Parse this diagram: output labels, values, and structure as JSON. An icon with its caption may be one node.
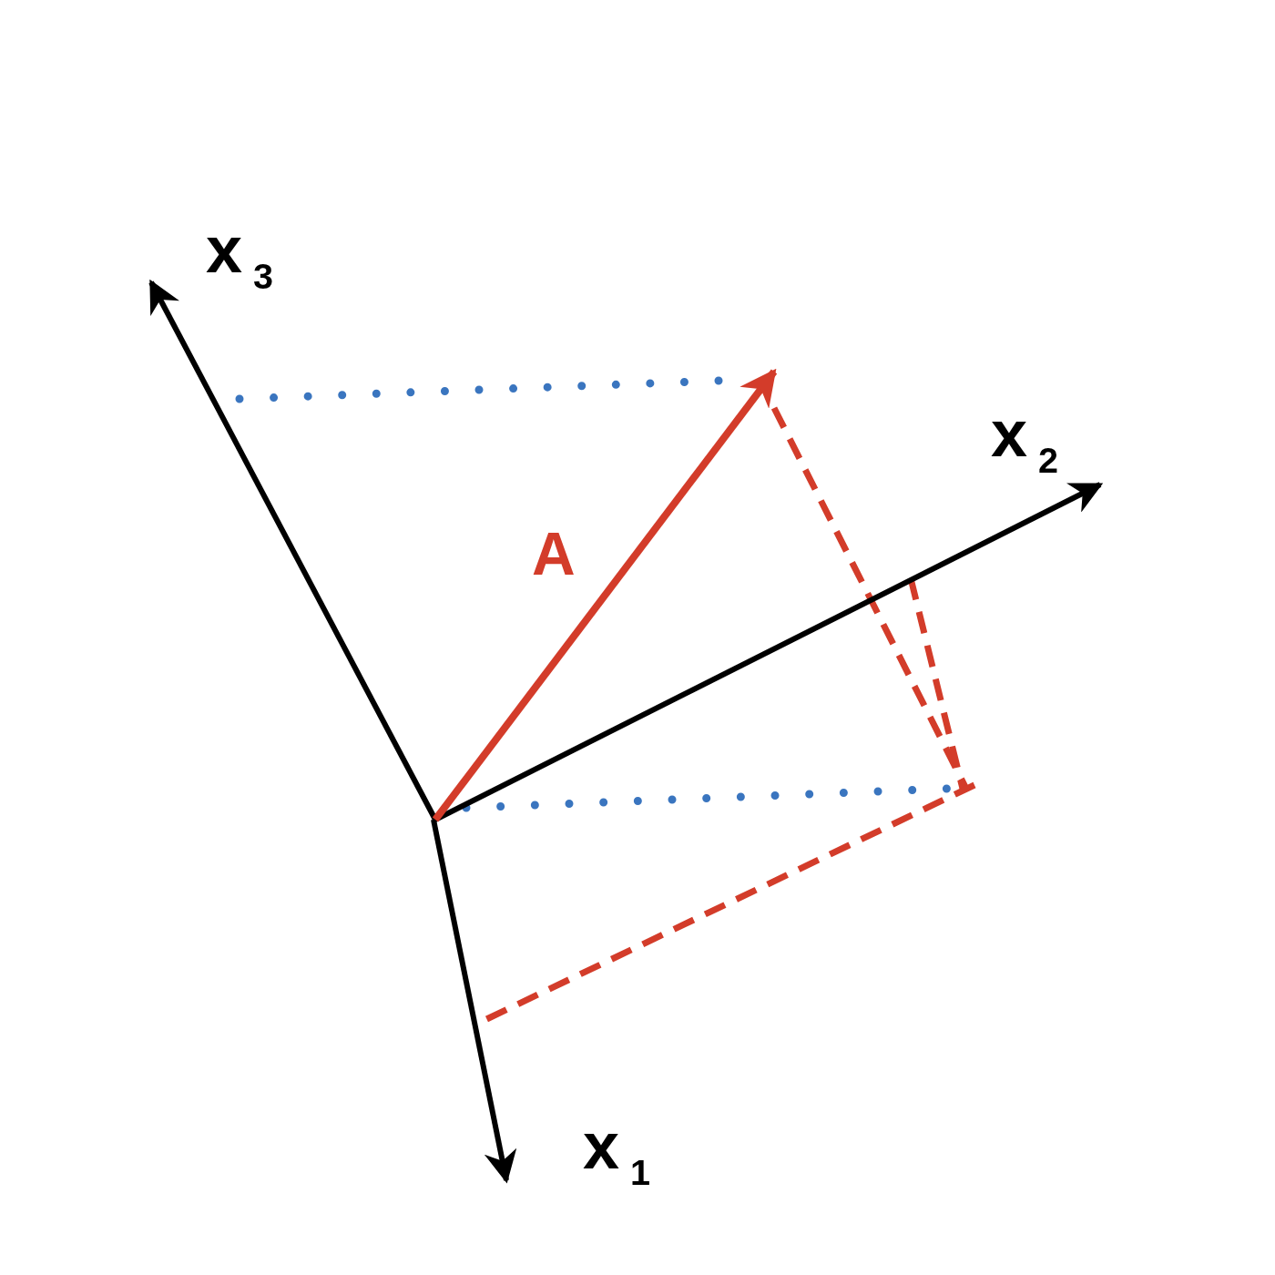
{
  "diagram": {
    "labels": [
      "x$_{3}$",
      "x$_{2}$",
      "A",
      "x$_{1}$"
    ]
  }
}
